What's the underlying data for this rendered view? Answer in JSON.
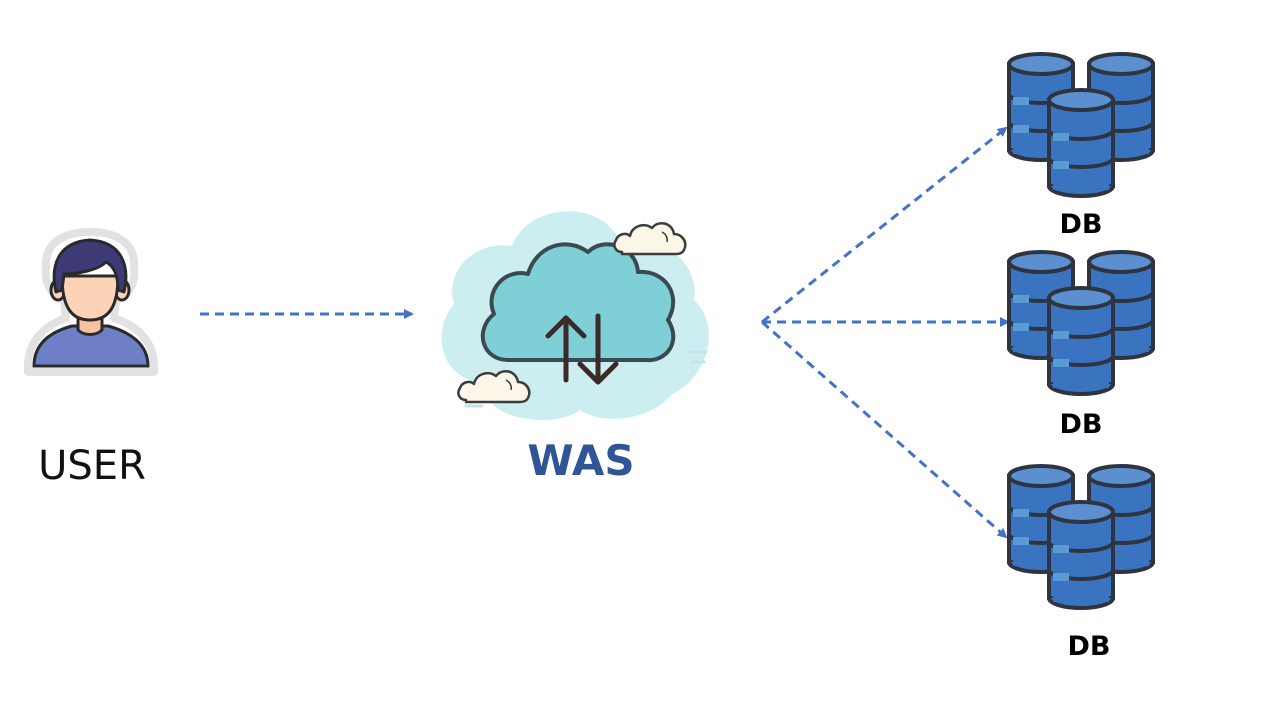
{
  "nodes": {
    "user": {
      "label": "USER",
      "icon": "user-avatar-icon"
    },
    "was": {
      "label": "WAS",
      "icon": "cloud-sync-icon",
      "label_color": "#2F5597"
    },
    "databases": [
      {
        "label": "DB",
        "icon": "database-cluster-icon"
      },
      {
        "label": "DB",
        "icon": "database-cluster-icon"
      },
      {
        "label": "DB",
        "icon": "database-cluster-icon"
      }
    ]
  },
  "edges": [
    {
      "from": "user",
      "to": "was",
      "style": "dashed-arrow"
    },
    {
      "from": "was",
      "to": "databases.0",
      "style": "dashed-arrow"
    },
    {
      "from": "was",
      "to": "databases.1",
      "style": "dashed-arrow"
    },
    {
      "from": "was",
      "to": "databases.2",
      "style": "dashed-arrow"
    }
  ],
  "colors": {
    "arrow": "#4472C4",
    "db_fill": "#3A74C0",
    "db_dark": "#2E3440",
    "cloud_halo": "#CDEEF0",
    "cloud_main": "#7ECFD6",
    "user_shirt": "#6E7FC7",
    "user_hair": "#3E3A78",
    "user_skin": "#FCD3B6"
  }
}
